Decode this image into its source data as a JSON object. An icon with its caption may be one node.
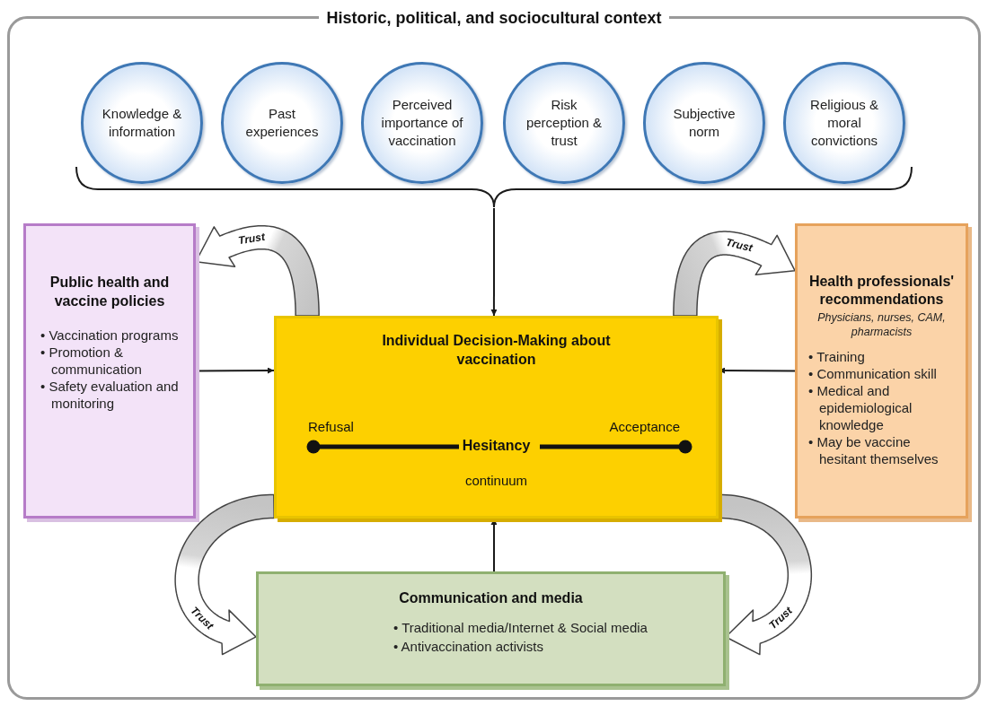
{
  "diagram": {
    "nodes": [
      {
        "text": [
          "Historic, political, and sociocultural context"
        ]
      },
      {
        "text": [
          "Knowledge & information"
        ],
        "in": 0
      },
      {
        "text": [
          "Past experiences"
        ],
        "in": 0
      },
      {
        "text": [
          "Perceived importance of vaccination"
        ],
        "in": 0
      },
      {
        "text": [
          "Risk perception & trust"
        ],
        "in": 0
      },
      {
        "text": [
          "Subjective norm"
        ],
        "in": 0
      },
      {
        "text": [
          "Religious & moral convictions"
        ],
        "in": 0
      },
      {
        "text": [
          "Public health and vaccine policies",
          "• Vaccination programs",
          "• Promotion & communication",
          "• Safety evaluation and monitoring"
        ],
        "in": 0
      },
      {
        "text": [
          "Individual Decision-Making about vaccination",
          "Refusal",
          "Acceptance",
          "Hesitancy",
          "continuum"
        ],
        "in": 0
      },
      {
        "text": [
          "Health professionals' recommendations",
          "Physicians, nurses, CAM, pharmacists",
          "• Training",
          "• Communication skill",
          "• Medical and epidemiological knowledge",
          "• May be vaccine hesitant themselves"
        ],
        "in": 0
      },
      {
        "text": [
          "Communication and media",
          "• Traditional media/Internet & Social media",
          "• Antivaccination activists"
        ],
        "in": 0
      },
      {
        "text": [],
        "shape": "brace",
        "in": 0
      }
    ],
    "edges": [
      {
        "from": 11,
        "to": 8,
        "arrow": "to"
      },
      {
        "from": 7,
        "to": 8,
        "arrow": "to"
      },
      {
        "from": 9,
        "to": 8,
        "arrow": "to"
      },
      {
        "from": 10,
        "to": 8,
        "arrow": "to"
      },
      {
        "from": 8,
        "to": 7,
        "arrow": "to",
        "label": "Trust",
        "style": "thick"
      },
      {
        "from": 8,
        "to": 9,
        "arrow": "to",
        "label": "Trust",
        "style": "thick"
      },
      {
        "from": 8,
        "to": 10,
        "arrow": "to",
        "label": "Trust",
        "style": "thick"
      },
      {
        "from": 8,
        "to": 10,
        "arrow": "to",
        "label": "Trust",
        "style": "thick"
      }
    ]
  }
}
